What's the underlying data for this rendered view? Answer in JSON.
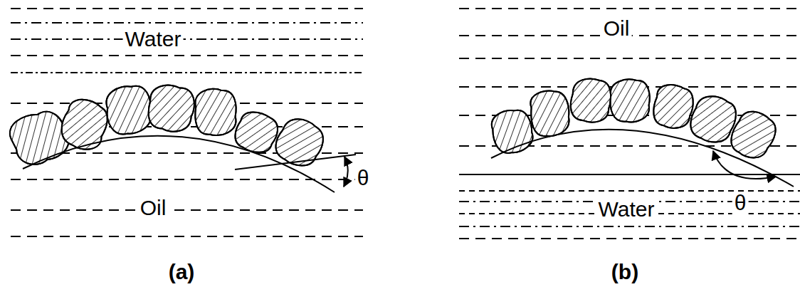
{
  "diagram": {
    "labels": [
      "Water",
      "Oil",
      "θ",
      "(a)",
      "Oil",
      "Water",
      "θ",
      "(b)"
    ]
  }
}
